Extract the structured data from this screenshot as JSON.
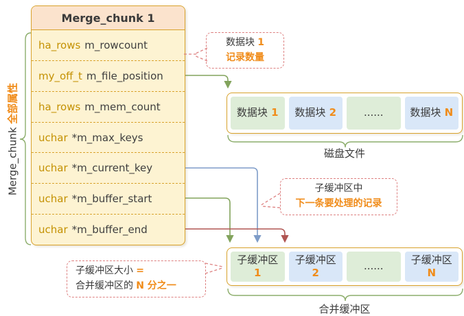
{
  "struct": {
    "title": "Merge_chunk 1",
    "fields": [
      {
        "type": "ha_rows",
        "name": "m_rowcount"
      },
      {
        "type": "my_off_t",
        "name": "m_file_position"
      },
      {
        "type": "ha_rows",
        "name": "m_mem_count"
      },
      {
        "type": "uchar",
        "name": "*m_max_keys"
      },
      {
        "type": "uchar",
        "name": "*m_current_key"
      },
      {
        "type": "uchar",
        "name": "*m_buffer_start"
      },
      {
        "type": "uchar",
        "name": "*m_buffer_end"
      }
    ]
  },
  "left_label": {
    "text": "Merge_chunk",
    "highlight": "全部属性"
  },
  "disk": {
    "caption": "磁盘文件",
    "blocks": [
      {
        "label": "数据块",
        "num": "1"
      },
      {
        "label": "数据块",
        "num": "2"
      },
      {
        "label": "......",
        "num": ""
      },
      {
        "label": "数据块",
        "num": "N"
      }
    ]
  },
  "buffer": {
    "caption": "合并缓冲区",
    "blocks": [
      {
        "label": "子缓冲区",
        "num": "1"
      },
      {
        "label": "子缓冲区",
        "num": "2"
      },
      {
        "label": "......",
        "num": ""
      },
      {
        "label": "子缓冲区",
        "num": "N"
      }
    ]
  },
  "callouts": {
    "rowcount": {
      "line1": "数据块",
      "line1_num": "1",
      "line2": "记录数量"
    },
    "current_key": {
      "line1": "子缓冲区中",
      "line2": "下一条要处理的记录"
    },
    "buffer_size": {
      "line1": "子缓冲区大小",
      "line1_accent": "=",
      "line2": "合并缓冲区的",
      "line2_accent": "N 分之一"
    }
  },
  "colors": {
    "accent_orange": "#F08C1A",
    "type_gold": "#C49102",
    "border_gold": "#D8A22B",
    "header_fill": "#FBE3CD",
    "row_fill": "#FDF3D2",
    "green_fill": "#DEEDD8",
    "blue_fill": "#D9E7F8",
    "line_green": "#82A35C",
    "line_blue": "#7E9CC8",
    "line_red": "#B05552",
    "callout_border": "#DD8080",
    "brace_green": "#8CAD6B"
  }
}
